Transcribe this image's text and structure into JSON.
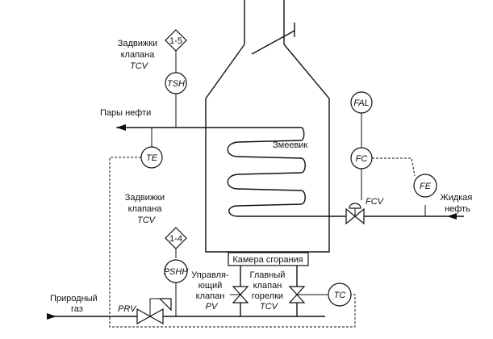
{
  "labels": {
    "valves_top": [
      "Задвижки",
      "клапана",
      "TCV"
    ],
    "valves_mid": [
      "Задвижки",
      "клапана",
      "TCV"
    ],
    "oil_vapors": "Пары нефти",
    "coil": "Змеевик",
    "liquid_oil": [
      "Жидкая",
      "нефть"
    ],
    "combustion_chamber": "Камера сгорания",
    "natural_gas": [
      "Природный",
      "газ"
    ],
    "control_valve": [
      "Управля-",
      "ющий",
      "клапан",
      "PV"
    ],
    "main_burner_valve": [
      "Главный",
      "клапан",
      "горелки",
      "TCV"
    ]
  },
  "instruments": {
    "tsh": "TSH",
    "te": "TE",
    "pshh": "PSHH",
    "fal": "FAL",
    "fc": "FC",
    "fe": "FE",
    "tc": "TC"
  },
  "diamonds": {
    "top": "1-5",
    "mid": "1-4"
  },
  "valve_tags": {
    "fcv": "FCV",
    "prv": "PRV"
  }
}
